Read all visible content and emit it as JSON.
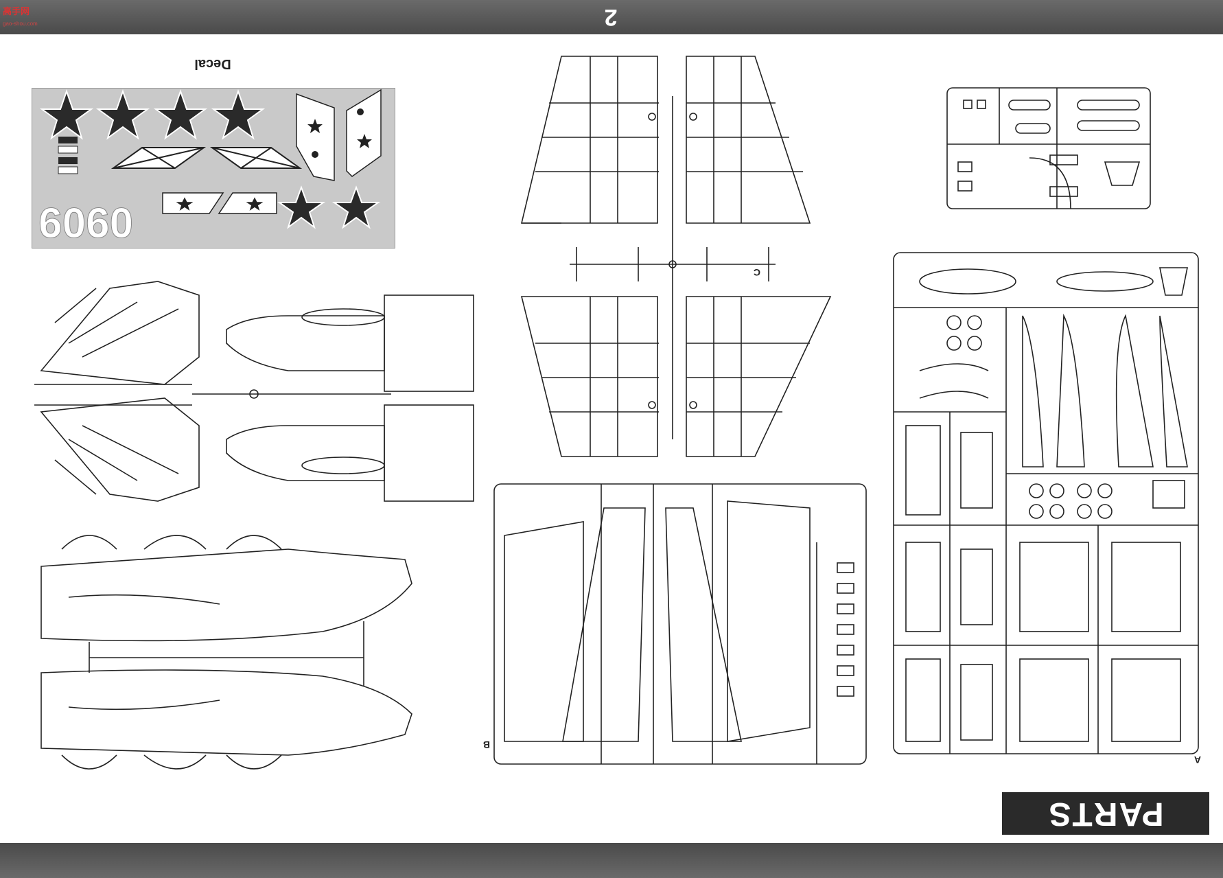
{
  "header": {
    "page_number": "2",
    "watermark": "高手网",
    "watermark_sub": "gao-shou.com"
  },
  "decal": {
    "title": "Decal",
    "number_label": "0909"
  },
  "banner": {
    "label": "PARTS"
  },
  "sprue_letters": [
    "A",
    "B",
    "C"
  ],
  "colors": {
    "bar": "#555555",
    "paper": "#ffffff",
    "line": "#222222",
    "decal_bg": "#c9c9c9",
    "banner": "#2a2a2a"
  }
}
